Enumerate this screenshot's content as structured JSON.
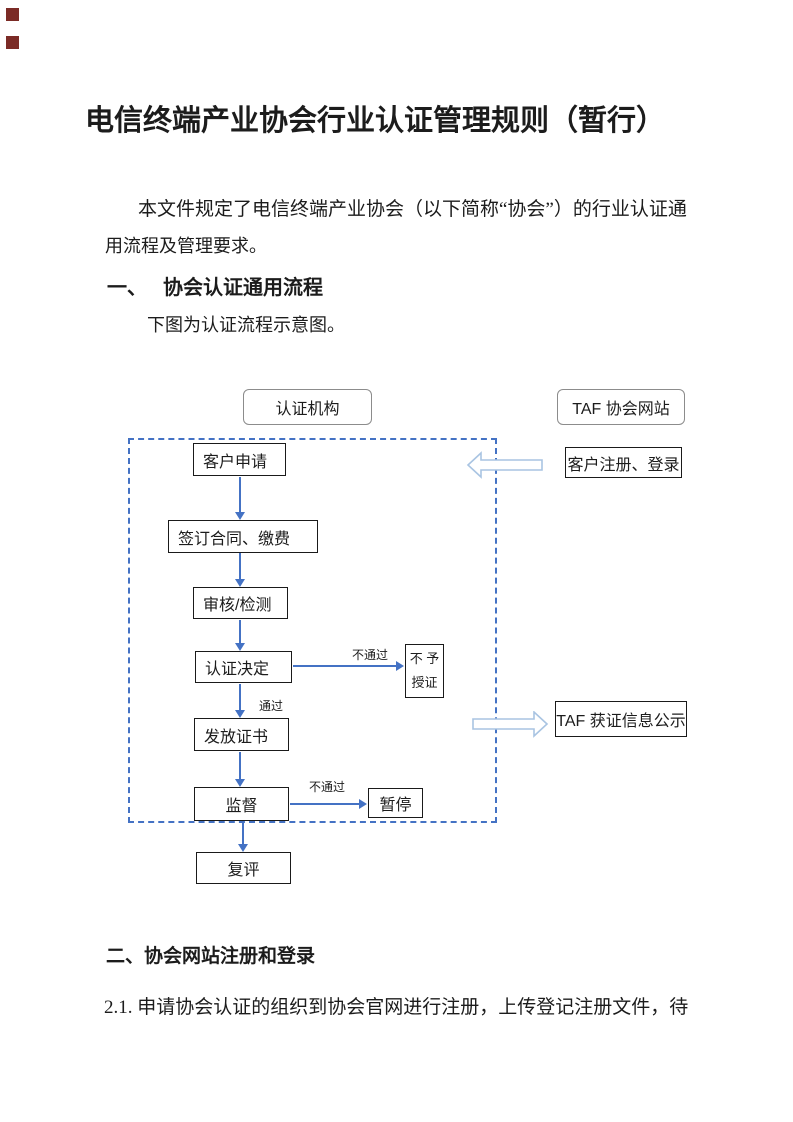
{
  "doc": {
    "title": "电信终端产业协会行业认证管理规则（暂行）",
    "intro_line1": "本文件规定了电信终端产业协会（以下简称“协会”）的行业认证通",
    "intro_line2": "用流程及管理要求。",
    "section1_num": "一、",
    "section1_title": "协会认证通用流程",
    "figure_caption": "下图为认证流程示意图。",
    "section2_heading": "二、协会网站注册和登录",
    "clause_2_1": "2.1.  申请协会认证的组织到协会官网进行注册，上传登记注册文件，待"
  },
  "flowchart": {
    "lane_left": "认证机构",
    "lane_right": "TAF 协会网站",
    "node_customer_apply": "客户申请",
    "node_register_login": "客户注册、登录",
    "node_sign_pay": "签订合同、缴费",
    "node_review_test": "审核/检测",
    "node_decision": "认证决定",
    "node_refuse_line1": "不 予",
    "node_refuse_line2": "授证",
    "node_issue": "发放证书",
    "node_publicity": "TAF 获证信息公示",
    "node_supervision": "监督",
    "node_suspend": "暂停",
    "node_reassess": "复评",
    "label_pass": "通过",
    "label_fail_decision": "不通过",
    "label_fail_supervision": "不通过",
    "colors": {
      "flow_arrow": "#4472C4",
      "dashed_border": "#4472C4",
      "hollow_arrow_outline": "#A9C4E2",
      "node_border": "#1A1A1A",
      "lane_border": "#8C8C8C"
    }
  },
  "decorations": {
    "corner_mark_color": "#7B2B26"
  }
}
